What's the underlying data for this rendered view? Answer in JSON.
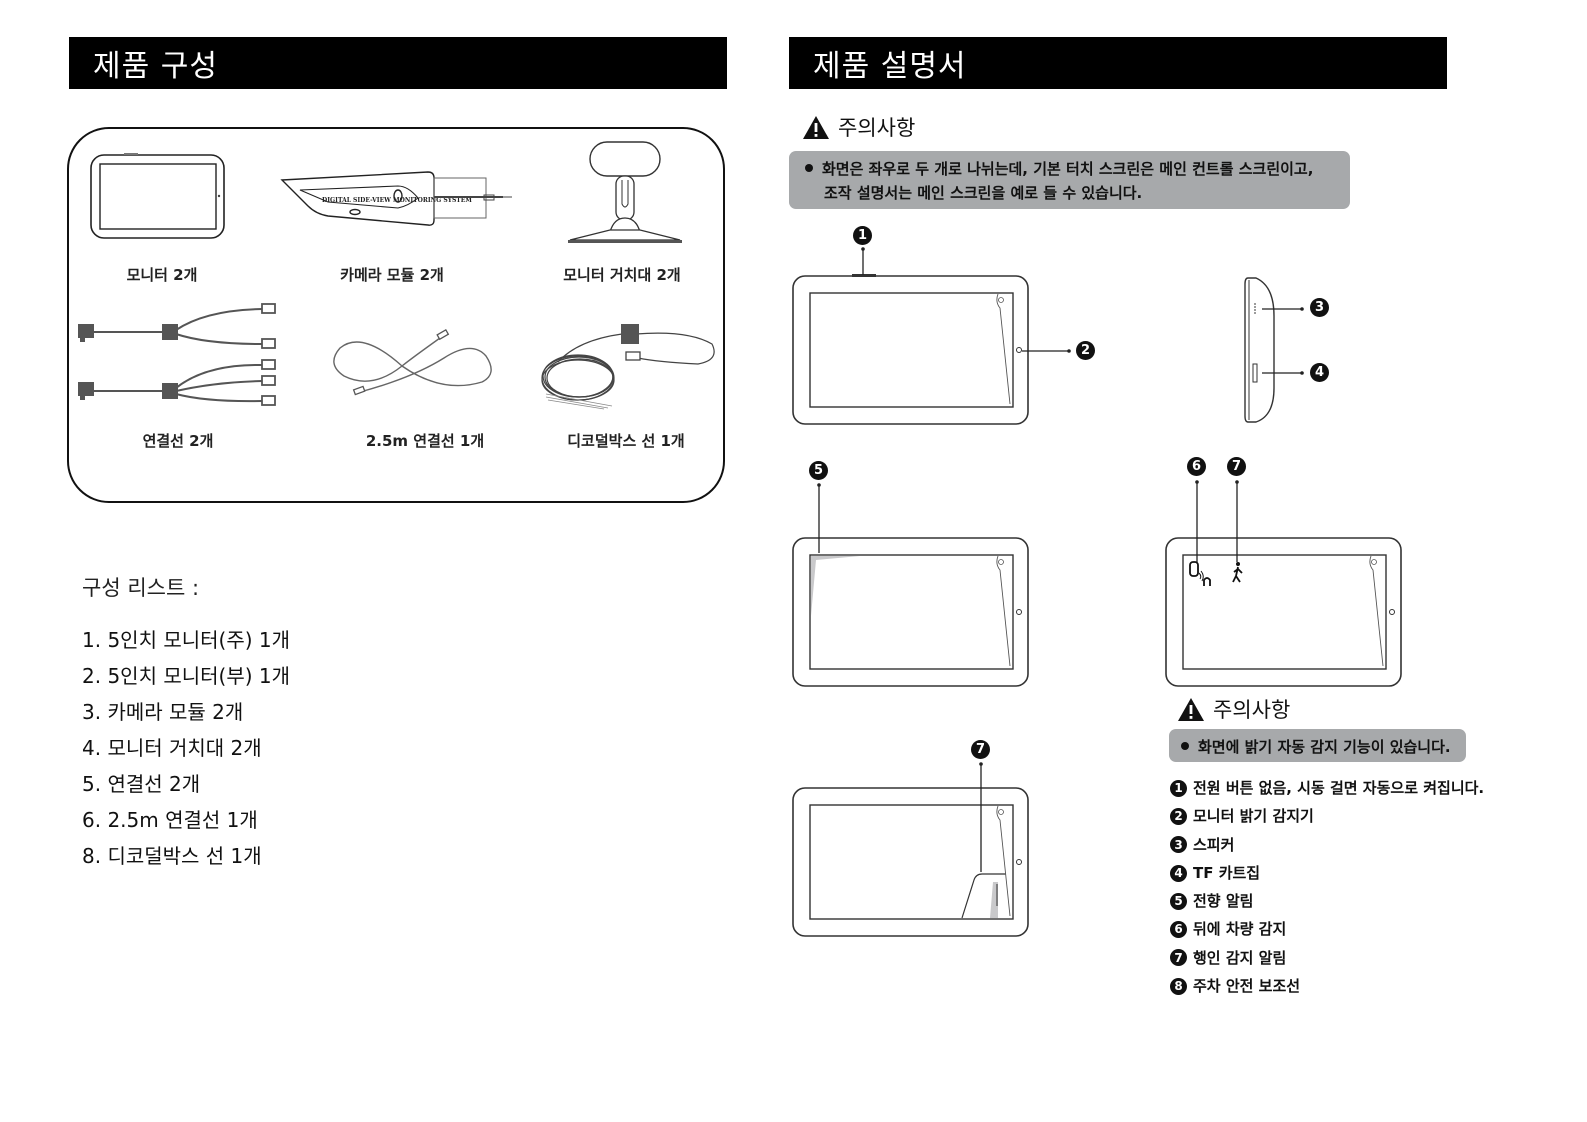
{
  "left_section": {
    "header": "제품 구성",
    "components": [
      {
        "label": "모니터 2개",
        "icon": "monitor"
      },
      {
        "label": "카메라 모듈 2개",
        "icon": "camera-module",
        "device_text": "DIGITAL SIDE-VIEW MONITORING SYSTEM"
      },
      {
        "label": "모니터 거치대 2개",
        "icon": "monitor-stand"
      },
      {
        "label": "연결선 2개",
        "icon": "splitter-cable"
      },
      {
        "label": "2.5m 연결선 1개",
        "icon": "extension-cable"
      },
      {
        "label": "디코덜박스 선 1개",
        "icon": "decoder-box-cable"
      }
    ],
    "list_title": "구성 리스트 :",
    "list_items": [
      "1. 5인치 모니터(주)  1개",
      "2. 5인치 모니터(부)  1개",
      "3. 카메라 모듈   2개",
      "4. 모니터 거치대   2개",
      "5. 연결선  2개",
      "6. 2.5m 연결선   1개",
      "8. 디코덜박스 선   1개"
    ]
  },
  "right_section": {
    "header": "제품 설명서",
    "caution_heading": "주의사항",
    "notice_top": {
      "line1": "화면은 좌우로 두 개로 나뉘는데, 기본 터치 스크린은 메인 컨트롤 스크린이고,",
      "line2": "조작 설명서는 메인 스크린을 예로 들 수 있습니다."
    },
    "diagram_markers": [
      "1",
      "2",
      "3",
      "4",
      "5",
      "6",
      "7",
      "7"
    ],
    "caution_heading_2": "주의사항",
    "notice_bottom": "화면에 밝기 자동 감지 기능이 있습니다.",
    "callouts": [
      {
        "num": "1",
        "text": "전원 버튼 없음, 시동 걸면 자동으로 켜집니다."
      },
      {
        "num": "2",
        "text": "모니터 밝기 감지기"
      },
      {
        "num": "3",
        "text": "스피커"
      },
      {
        "num": "4",
        "text": "TF 카트집"
      },
      {
        "num": "5",
        "text": "전향 알림"
      },
      {
        "num": "6",
        "text": "뒤에 차량 감지"
      },
      {
        "num": "7",
        "text": "행인 감지 알림"
      },
      {
        "num": "8",
        "text": "주차 안전 보조선"
      }
    ]
  },
  "colors": {
    "header_bg": "#000000",
    "notice_bg": "#a7a9ab",
    "line": "#111111",
    "cable": "#555555"
  }
}
